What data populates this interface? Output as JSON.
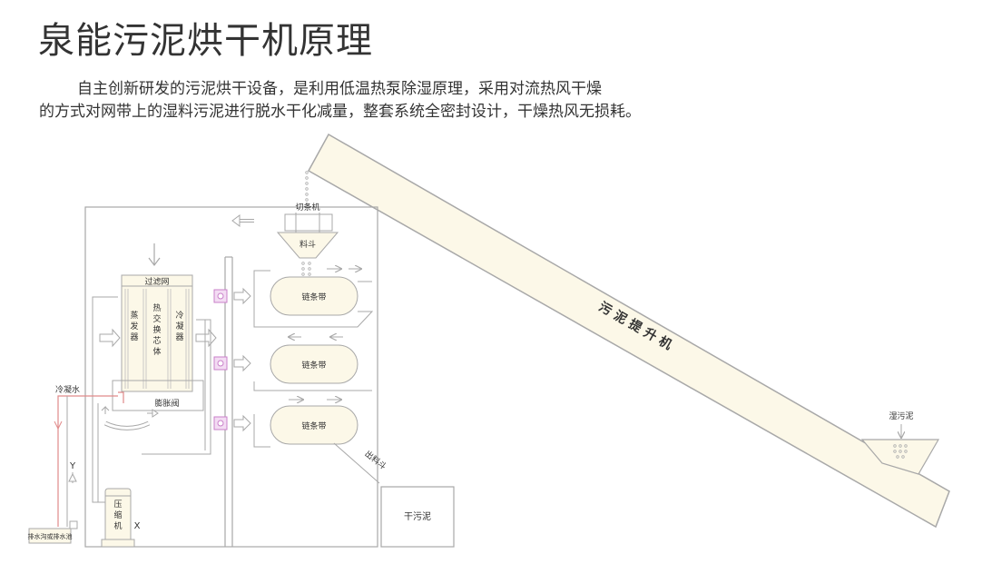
{
  "title": "泉能污泥烘干机原理",
  "intro": {
    "line1": "自主创新研发的污泥烘干设备，是利用低温热泵除湿原理，采用对流热风干燥",
    "line2": "的方式对网带上的湿料污泥进行脱水干化减量，整套系统全密封设计，干燥热风无损耗。"
  },
  "diagram": {
    "labels": {
      "cutter": "切条机",
      "hopper": "料斗",
      "filter": "过滤网",
      "evaporator": "蒸发器",
      "heat_exchanger": "热交换芯体",
      "condenser": "冷凝器",
      "expansion_valve": "膨胀阀",
      "condensate": "冷凝水",
      "compressor": "压缩机",
      "drain": "排水沟或排水池",
      "chain_belt_1": "链条带",
      "chain_belt_2": "链条带",
      "chain_belt_3": "链条带",
      "outlet_hopper": "出料斗",
      "dry_sludge": "干污泥",
      "lifter": "污泥提升机",
      "wet_sludge": "湿污泥",
      "valve_y": "Y",
      "valve_x": "X"
    },
    "colors": {
      "line": "#a8a8a8",
      "fill": "#fcf8e8",
      "pipe_red": "#e08a8a",
      "fan": "#c97fc9",
      "text": "#333333"
    }
  }
}
